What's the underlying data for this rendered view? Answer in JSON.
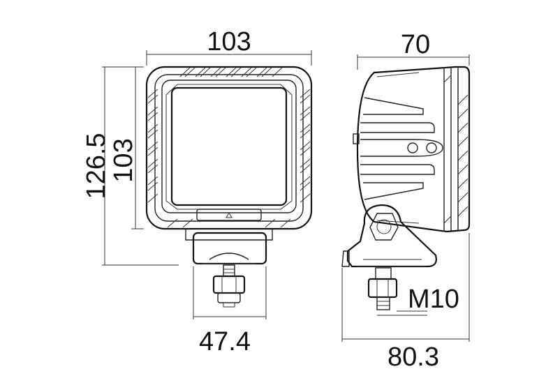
{
  "front_view": {
    "width_label": "103",
    "height_total_label": "126.5",
    "height_body_label": "103",
    "bracket_width_label": "47.4"
  },
  "side_view": {
    "depth_label": "70",
    "total_depth_label": "80.3",
    "thread_label": "M10"
  }
}
